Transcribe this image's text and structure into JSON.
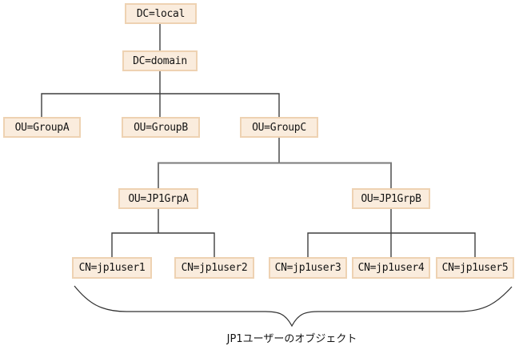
{
  "diagram": {
    "type": "directory-tree",
    "nodes": [
      {
        "id": "dc-local",
        "label": "DC=local"
      },
      {
        "id": "dc-domain",
        "label": "DC=domain"
      },
      {
        "id": "ou-groupa",
        "label": "OU=GroupA"
      },
      {
        "id": "ou-groupb",
        "label": "OU=GroupB"
      },
      {
        "id": "ou-groupc",
        "label": "OU=GroupC"
      },
      {
        "id": "ou-jp1grpa",
        "label": "OU=JP1GrpA"
      },
      {
        "id": "ou-jp1grpb",
        "label": "OU=JP1GrpB"
      },
      {
        "id": "cn-jp1user1",
        "label": "CN=jp1user1"
      },
      {
        "id": "cn-jp1user2",
        "label": "CN=jp1user2"
      },
      {
        "id": "cn-jp1user3",
        "label": "CN=jp1user3"
      },
      {
        "id": "cn-jp1user4",
        "label": "CN=jp1user4"
      },
      {
        "id": "cn-jp1user5",
        "label": "CN=jp1user5"
      }
    ],
    "edges": [
      {
        "from": "DC=local",
        "to": "DC=domain"
      },
      {
        "from": "DC=domain",
        "to": "OU=GroupA"
      },
      {
        "from": "DC=domain",
        "to": "OU=GroupB"
      },
      {
        "from": "DC=domain",
        "to": "OU=GroupC"
      },
      {
        "from": "OU=GroupC",
        "to": "OU=JP1GrpA"
      },
      {
        "from": "OU=GroupC",
        "to": "OU=JP1GrpB"
      },
      {
        "from": "OU=JP1GrpA",
        "to": "CN=jp1user1"
      },
      {
        "from": "OU=JP1GrpA",
        "to": "CN=jp1user2"
      },
      {
        "from": "OU=JP1GrpB",
        "to": "CN=jp1user3"
      },
      {
        "from": "OU=JP1GrpB",
        "to": "CN=jp1user4"
      },
      {
        "from": "OU=JP1GrpB",
        "to": "CN=jp1user5"
      }
    ],
    "caption": "JP1ユーザーのオブジェクト",
    "colors": {
      "node_bg": "#faecdd",
      "node_border": "#eed2b2",
      "line": "#3f3f3f",
      "line_gray": "#7a7a7a"
    }
  }
}
